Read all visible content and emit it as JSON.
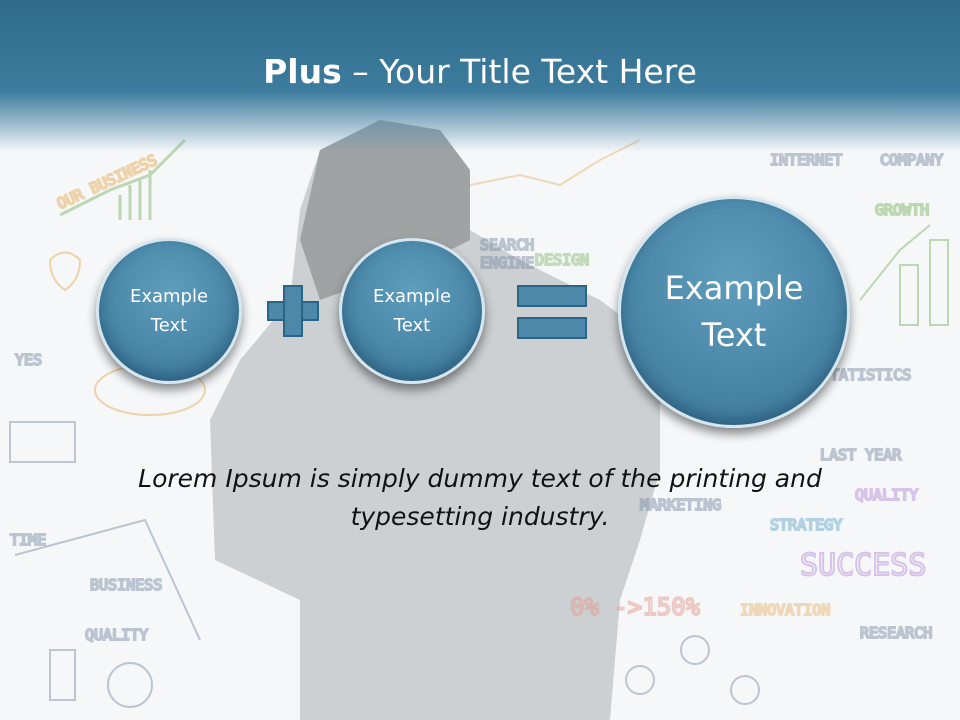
{
  "slide": {
    "title_bold": "Plus",
    "title_rest": " – Your Title Text Here",
    "circles": [
      {
        "label": "Example\nText"
      },
      {
        "label": "Example\nText"
      },
      {
        "label": "Example\nText"
      }
    ],
    "operators": {
      "first": "plus-icon",
      "second": "equals-icon"
    },
    "body_text": "Lorem Ipsum is simply dummy text of the printing and typesetting industry."
  },
  "colors": {
    "title_band": "#3d7c9e",
    "circle_fill": "#4a87a8",
    "circle_border": "#d6e6ef",
    "operator_fill": "#4d88aa",
    "body_text": "#111111"
  }
}
